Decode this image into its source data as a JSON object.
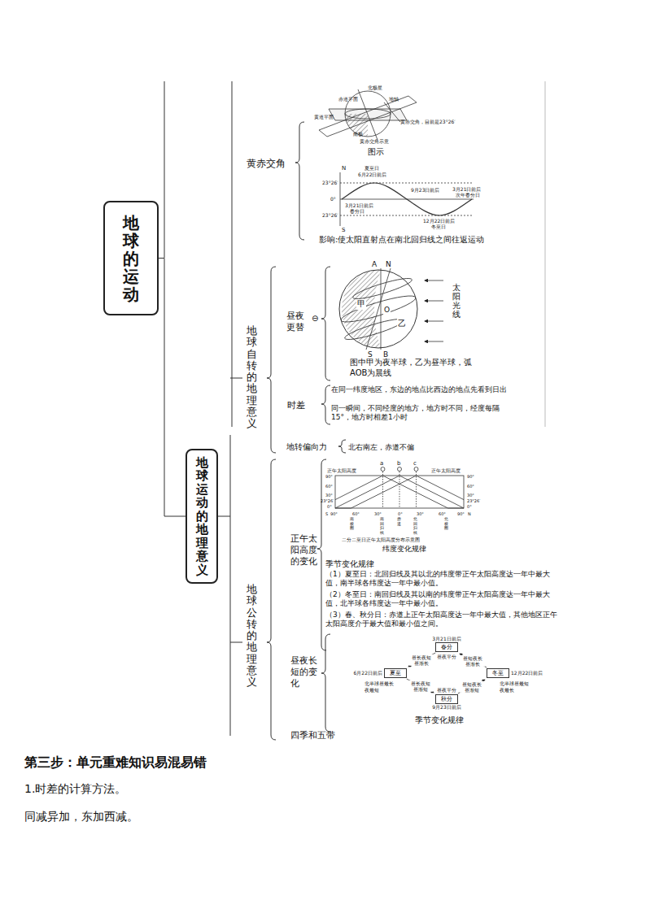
{
  "diagram": {
    "nodes": [
      {
        "text": [
          "地球的运动"
        ]
      },
      {
        "text": [
          "地球运动的地理意义"
        ]
      },
      {
        "text": [
          "3月21日前后",
          "春分"
        ]
      },
      {
        "text": [
          "6月22日前后",
          "夏至"
        ]
      },
      {
        "text": [
          "12月22日前后",
          "冬至"
        ]
      },
      {
        "text": [
          "9月23日前后",
          "秋分"
        ]
      }
    ],
    "edges": [
      {
        "from": 0,
        "to": 1,
        "arrow": "none"
      },
      {
        "from": 2,
        "to": 3,
        "arrow": "to",
        "label": "昼长夜短 昼渐长"
      },
      {
        "from": 3,
        "to": 5,
        "arrow": "to",
        "label": "昼长夜短 昼渐短"
      },
      {
        "from": 5,
        "to": 4,
        "arrow": "to",
        "label": "昼短夜长 昼渐短"
      },
      {
        "from": 4,
        "to": 2,
        "arrow": "to",
        "label": "昼短夜长 昼渐长"
      }
    ],
    "labels": [
      "黄赤交角",
      "北极星",
      "赤道平面",
      "地轴",
      "黄道平面",
      "黄赤交角，目前是23°26′",
      "南极",
      "黄赤交角示意",
      "图示",
      "N",
      "夏至日",
      "6月22日前后",
      "23°26′",
      "9月23日前后",
      "0°",
      "3月21日前后",
      "春分日",
      "3月21日前后",
      "次年春分日",
      "23°26′",
      "12月22日前后",
      "冬至日",
      "S",
      "影响:使太阳直射点在南北回归线之间往返运动",
      "A",
      "N",
      "甲",
      "O",
      "乙",
      "S",
      "B",
      "太阳光线",
      "图中甲为夜半球，乙为昼半球，弧AOB为晨线",
      "昼夜更替",
      "⊖",
      "地球自转的地理意义",
      "在同一纬度地区，东边的地点比西边的地点先看到日出",
      "同一瞬间，不同经度的地方，地方时不同，经度每隔15°，地方时相差1小时",
      "时差",
      "地转偏向力",
      "北右南左，赤道不偏",
      "地球公转的地理意义",
      "正午太阳高度的变化",
      "正午太阳高度",
      "正午太阳高度",
      "a",
      "b",
      "c",
      "90°",
      "60°",
      "30°",
      "23°26′",
      "0°",
      "90°",
      "60°",
      "30°",
      "23°26′",
      "0°",
      "S",
      "90°",
      "60°",
      "30°",
      "0°",
      "30°",
      "60°",
      "90°",
      "N",
      "南极圈",
      "南回归线",
      "赤道",
      "北回归线",
      "北极圈",
      "二分二至日正午太阳高度分布示意图",
      "纬度变化规律",
      "季节变化规律",
      "（1）夏至日：北回归线及其以北的纬度带正午太阳高度达一年中最大值，南半球各纬度达一年中最小值。",
      "（2）冬至日：南回归线及其以南的纬度带正午太阳高度达一年中最大值，北半球各纬度达一年中最小值。",
      "（3）春、秋分日：赤道上正午太阳高度达一年中最大值，其他地区正午太阳高度介于最大值和最小值之间。",
      "昼夜长短的变化",
      "昼夜平分",
      "北半球昼最长夜最短",
      "北半球昼最短夜最长",
      "昼夜平分",
      "季节变化规律",
      "四季和五带",
      "第三步：单元重难知识易混易错",
      "1.时差的计算方法。",
      "同减异加，东加西减。"
    ]
  }
}
